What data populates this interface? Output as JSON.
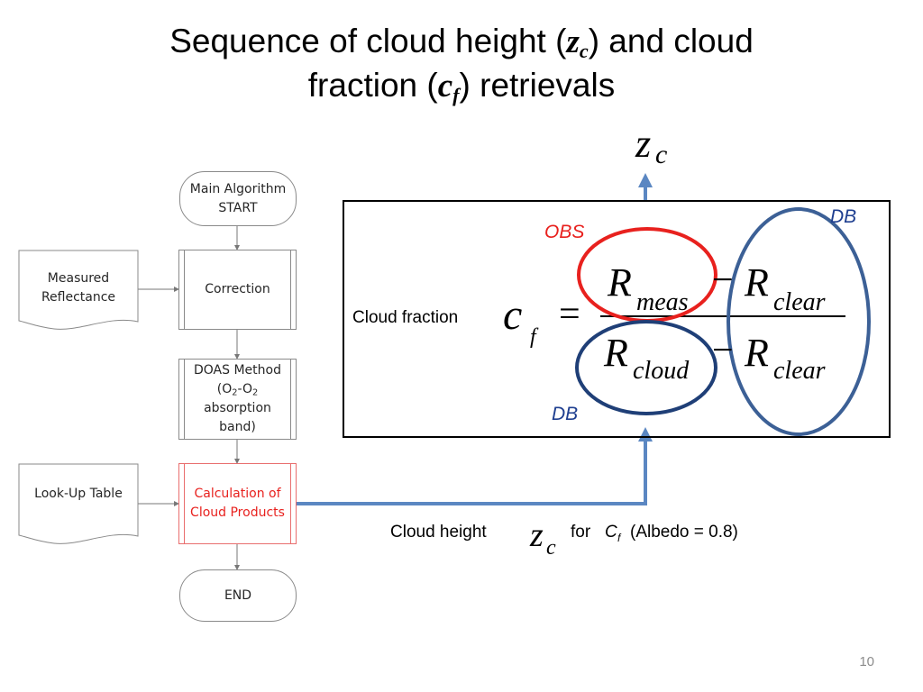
{
  "title": {
    "line1_prefix": "Sequence of cloud height (",
    "line1_var": "z",
    "line1_sub": "c",
    "line1_suffix": ") and cloud",
    "line2_prefix": "fraction (",
    "line2_var": "c",
    "line2_sub": "f",
    "line2_suffix": ") retrievals"
  },
  "flowchart": {
    "start": {
      "line1": "Main Algorithm",
      "line2": "START"
    },
    "measured": {
      "line1": "Measured",
      "line2": "Reflectance"
    },
    "correction": "Correction",
    "doas": {
      "line1": "DOAS Method",
      "line2_a": "(O",
      "line2_sub1": "2",
      "line2_b": "-O",
      "line2_sub2": "2",
      "line3": "absorption",
      "line4": "band)"
    },
    "lut": "Look-Up Table",
    "calc": {
      "line1": "Calculation of",
      "line2": "Cloud Products"
    },
    "end": "END"
  },
  "formula": {
    "label": "Cloud fraction",
    "lhs_var": "c",
    "lhs_sub": "f",
    "equals": "=",
    "minus": "−",
    "num_r1": "R",
    "num_r1_sub": "meas",
    "num_r2": "R",
    "num_r2_sub": "clear",
    "den_r1": "R",
    "den_r1_sub": "cloud",
    "den_r2": "R",
    "den_r2_sub": "clear",
    "obs_label": "OBS",
    "db_label_top": "DB",
    "db_label_bottom": "DB"
  },
  "output_zc": {
    "var": "z",
    "sub": "c"
  },
  "cloud_height": {
    "prefix": "Cloud height",
    "var": "z",
    "sub": "c",
    "for_text": "for",
    "cf_var": "C",
    "cf_sub": "f",
    "suffix": "(Albedo = 0.8)"
  },
  "page_number": "10",
  "colors": {
    "red": "#e8211e",
    "blue_circle": "#1f3f77",
    "blue_ellipse": "#3c6096",
    "arrow": "#5b87c2",
    "text_blue": "#1f3f90"
  }
}
